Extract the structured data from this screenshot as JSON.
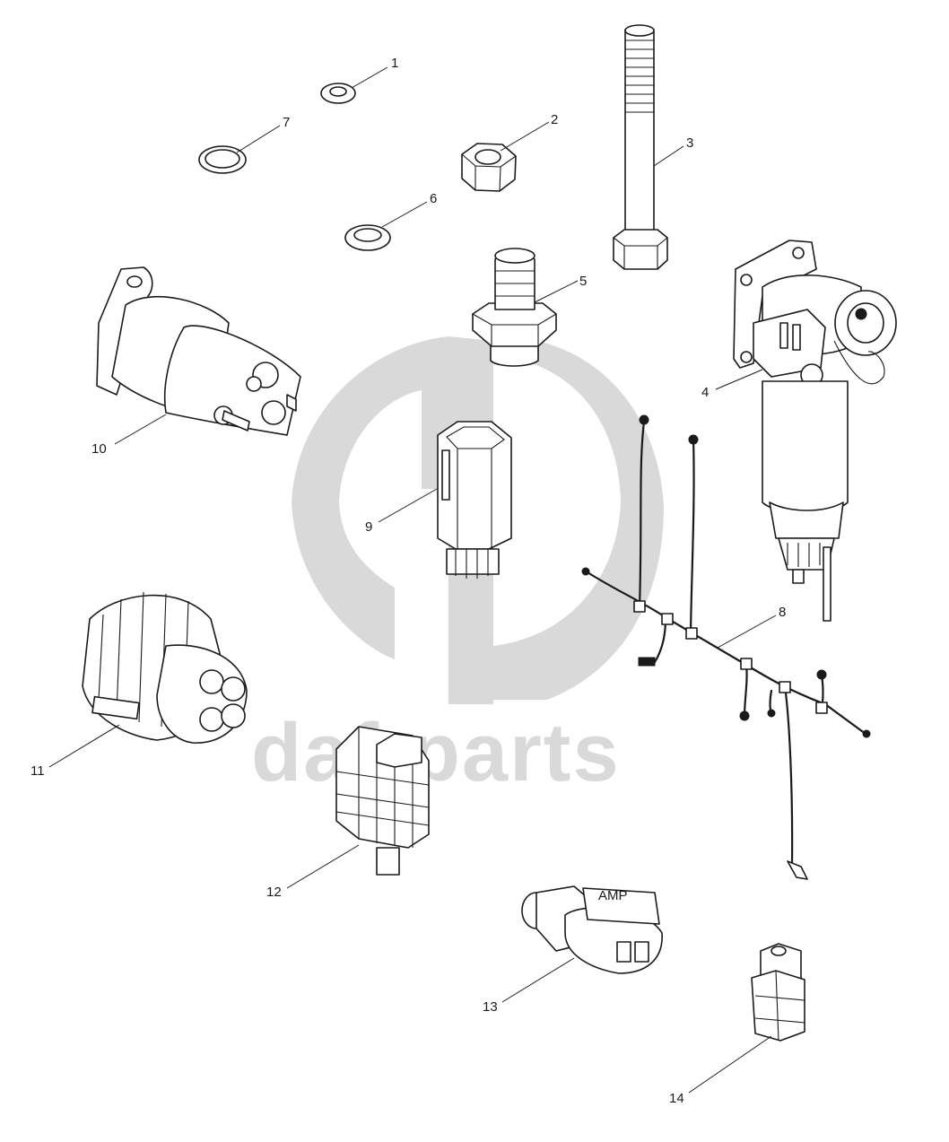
{
  "watermark": {
    "text": "daf-parts",
    "color": "#d9d9d9"
  },
  "callouts": [
    {
      "number": "1",
      "part": "sealing ring (small)"
    },
    {
      "number": "2",
      "part": "hex nut"
    },
    {
      "number": "3",
      "part": "hex bolt"
    },
    {
      "number": "4",
      "part": "fuel filter with heater and pump"
    },
    {
      "number": "5",
      "part": "hose connector"
    },
    {
      "number": "6",
      "part": "spring washer"
    },
    {
      "number": "7",
      "part": "sealing ring"
    },
    {
      "number": "8",
      "part": "wiring harness"
    },
    {
      "number": "9",
      "part": "connector housing"
    },
    {
      "number": "10",
      "part": "solenoid / relay"
    },
    {
      "number": "11",
      "part": "round connector"
    },
    {
      "number": "12",
      "part": "multi-pin connector"
    },
    {
      "number": "13",
      "part": "2-pin connector (AMP)"
    },
    {
      "number": "14",
      "part": "2-pin connector"
    }
  ],
  "labels": {
    "amp_marking": "AMP"
  }
}
